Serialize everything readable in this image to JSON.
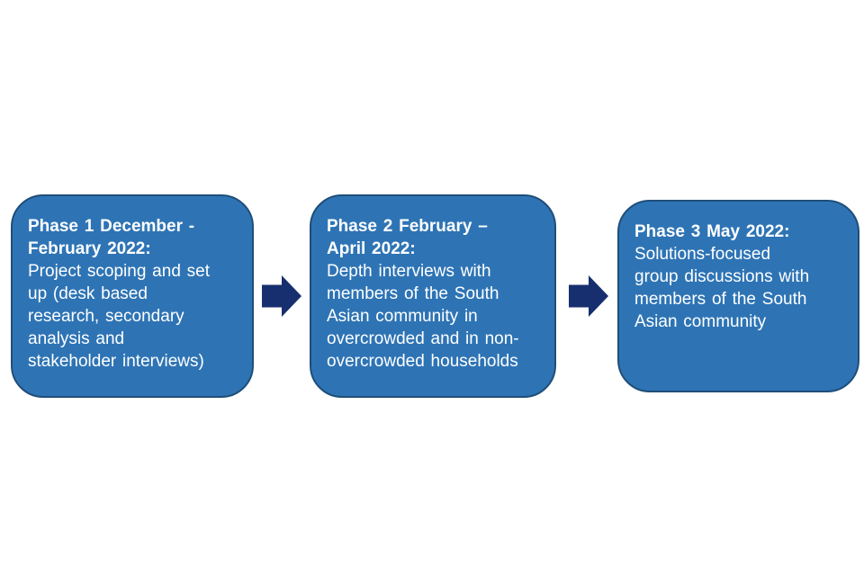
{
  "diagram": {
    "background": "#FFFFFF",
    "colors": {
      "box_fill": "#2E74B5",
      "box_border": "#1F4E79",
      "arrow": "#172F6E",
      "text": "#FFFFFF"
    },
    "boxes": [
      {
        "id": "phase-1",
        "title_lines": [
          "Phase 1 December -",
          "February 2022:"
        ],
        "body_lines": [
          "Project scoping and set",
          "up (desk based",
          "research, secondary",
          "analysis and",
          "stakeholder interviews)"
        ]
      },
      {
        "id": "phase-2",
        "title_lines": [
          "Phase 2 February –",
          "April 2022:"
        ],
        "body_lines": [
          "Depth interviews with",
          "members of the South",
          "Asian community in",
          "overcrowded and in non-",
          "overcrowded households"
        ]
      },
      {
        "id": "phase-3",
        "title_lines": [
          "Phase 3 May 2022:"
        ],
        "body_lines": [
          "Solutions-focused",
          "group discussions with",
          "members of the South",
          "Asian community"
        ]
      }
    ],
    "arrows": [
      {
        "id": "arrow-1",
        "icon": "arrow-right-icon"
      },
      {
        "id": "arrow-2",
        "icon": "arrow-right-icon"
      }
    ]
  }
}
